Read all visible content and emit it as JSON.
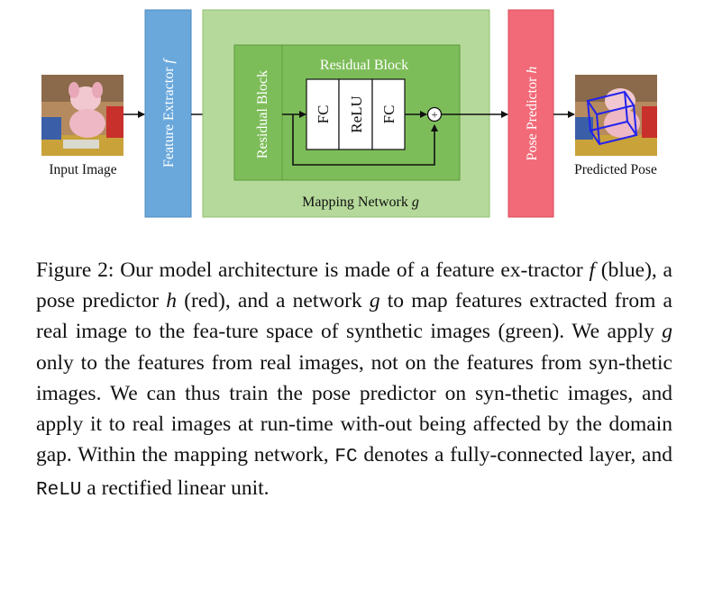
{
  "diagram": {
    "input_label": "Input Image",
    "feature_extractor_label": "Feature Extractor",
    "feature_extractor_symbol": "f",
    "mapping_network_label": "Mapping Network",
    "mapping_network_symbol": "g",
    "residual_block_outer_label": "Residual Block",
    "residual_block_inner_label": "Residual Block",
    "layers": [
      "FC",
      "ReLU",
      "FC"
    ],
    "sum_symbol": "+",
    "pose_predictor_label": "Pose Predictor",
    "pose_predictor_symbol": "h",
    "output_label": "Predicted Pose",
    "colors": {
      "blue": "#6aa8dc",
      "green_outer": "#b5d99a",
      "green_mid": "#7dbd59",
      "red": "#f26a78",
      "line": "#111111",
      "green_line": "#3e8a29",
      "cube": "#2222ee"
    }
  },
  "caption": {
    "part1": "Figure 2: Our model architecture is made of a feature ex-tractor ",
    "f": "f",
    "part2": " (blue), a pose predictor ",
    "h": "h",
    "part3": " (red), and a network ",
    "g1": "g",
    "part4": " to map features extracted from a real image to the fea-ture space of synthetic images (green). We apply ",
    "g2": "g",
    "part5": " only to the features from real images, not on the features from syn-thetic images. We can thus train the pose predictor on syn-thetic images, and apply it to real images at run-time with-out being affected by the domain gap. Within the mapping network, ",
    "fc": "FC",
    "part6": " denotes a fully-connected layer, and ",
    "relu": "ReLU",
    "part7": " a rectified linear unit."
  }
}
